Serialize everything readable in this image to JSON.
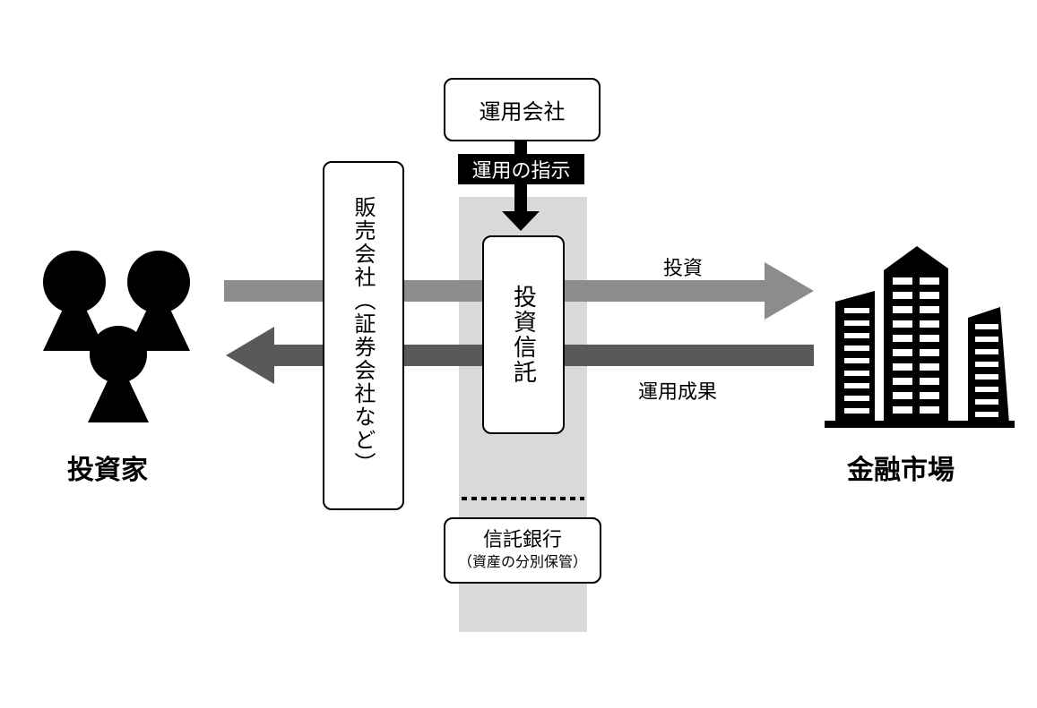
{
  "management_company": "運用会社",
  "instruction_label": "運用の指示",
  "sales_company": "販売会社（証券会社など）",
  "investment_trust": "投資信託",
  "investment_label": "投資",
  "returns_label": "運用成果",
  "trust_bank": {
    "title": "信託銀行",
    "subtitle": "（資産の分別保管）"
  },
  "investor_label": "投資家",
  "market_label": "金融市場",
  "colors": {
    "arrow_gray": "#8c8c8c",
    "arrow_dark": "#595959",
    "band_gray": "#d9d9d9",
    "ink": "#000000"
  }
}
